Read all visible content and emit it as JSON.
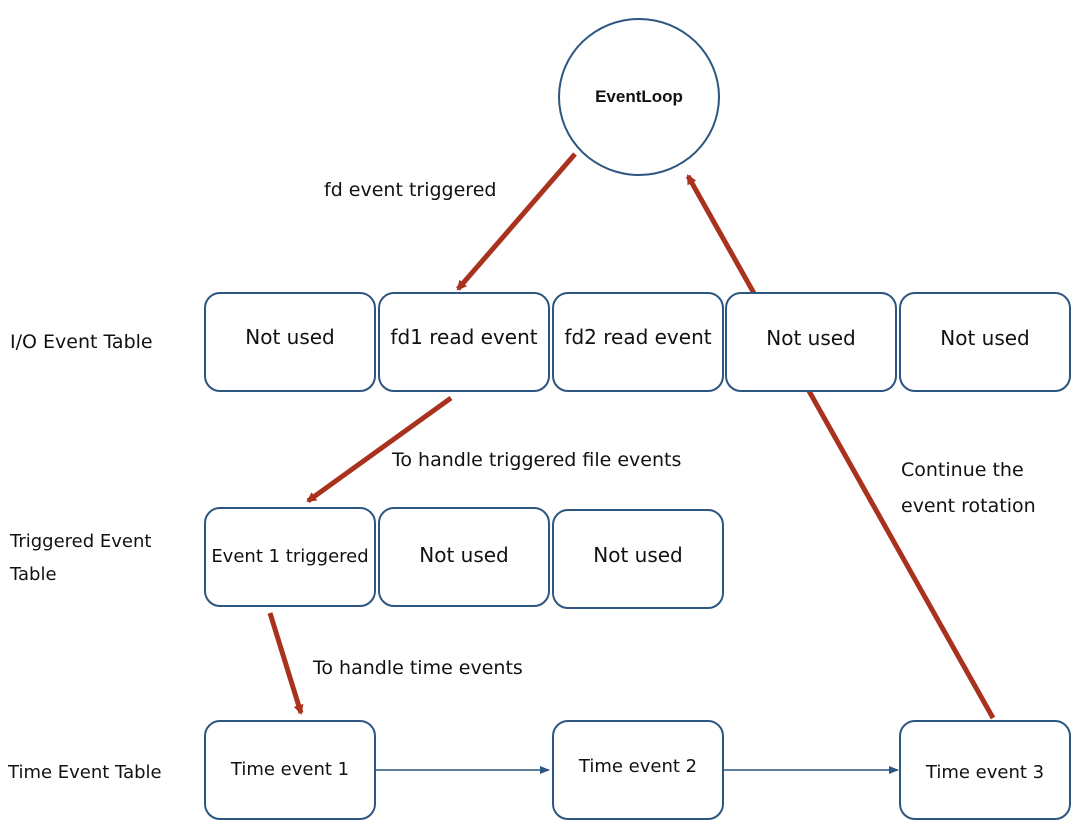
{
  "center": {
    "label": "EventLoop"
  },
  "row_labels": {
    "io": "I/O Event Table",
    "triggered_line1": "Triggered Event",
    "triggered_line2": "Table",
    "time": "Time Event Table"
  },
  "io_table": [
    "Not used",
    "fd1 read event",
    "fd2 read event",
    "Not used",
    "Not used"
  ],
  "triggered_table": [
    "Event 1 triggered",
    "Not used",
    "Not used"
  ],
  "time_table": [
    "Time event 1",
    "Time event 2",
    "Time event 3"
  ],
  "annotations": {
    "fd_event": "fd event triggered",
    "handle_file": "To handle triggered file events",
    "handle_time": "To handle time events",
    "continue_line1": "Continue the",
    "continue_line2": "event rotation"
  },
  "colors": {
    "box_border": "#2d5680",
    "red_arrow": "#a8321e",
    "blue_arrow": "#2d5680"
  }
}
